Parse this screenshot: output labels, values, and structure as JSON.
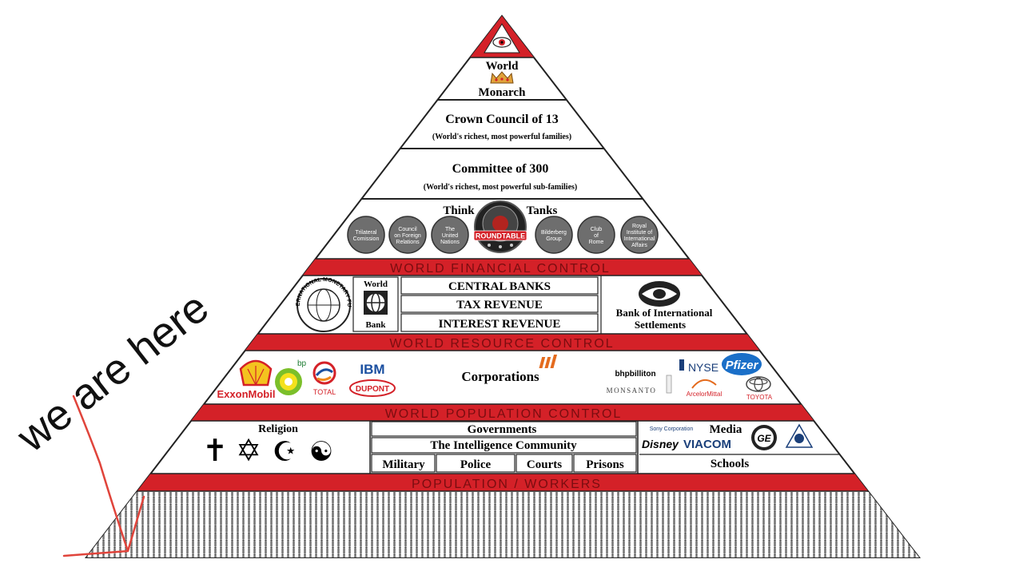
{
  "apex": {
    "line1": "World",
    "line2": "Monarch"
  },
  "crown": {
    "title": "Crown Council of 13",
    "subtitle": "(World's richest, most powerful families)"
  },
  "committee": {
    "title": "Committee of 300",
    "subtitle": "(World's richest, most powerful sub-families)"
  },
  "think_tanks": {
    "label_left": "Think",
    "label_right": "Tanks",
    "circles": [
      [
        "Trilateral",
        "Comission"
      ],
      [
        "Council",
        "on Foreign",
        "Relations"
      ],
      [
        "The",
        "United",
        "Nations"
      ],
      [
        "Bilderberg",
        "Group"
      ],
      [
        "Club",
        "of",
        "Rome"
      ],
      [
        "Royal",
        "Institute of",
        "International",
        "Affairs"
      ]
    ],
    "roundtable": "ROUNDTABLE"
  },
  "bands": {
    "financial": "WORLD FINANCIAL CONTROL",
    "resource": "WORLD RESOURCE CONTROL",
    "population": "WORLD POPULATION CONTROL",
    "workers": "POPULATION / WORKERS"
  },
  "financial": {
    "imf": "INTERNATIONAL MONETARY FUND",
    "world_bank_top": "World",
    "world_bank_bottom": "Bank",
    "rows": [
      "CENTRAL BANKS",
      "TAX REVENUE",
      "INTEREST REVENUE"
    ],
    "bis_line1": "Bank of International",
    "bis_line2": "Settlements"
  },
  "resource": {
    "title": "Corporations",
    "logos_left": {
      "exxon": "ExxonMobil",
      "bp": "bp",
      "total": "TOTAL",
      "ibm": "IBM",
      "dupont": "DUPONT"
    },
    "logos_right": {
      "bhp": "bhpbilliton",
      "nyse": "NYSE",
      "pfizer": "Pfizer",
      "monsanto": "MONSANTO",
      "arcelor": "ArcelorMittal",
      "toyota": "TOYOTA"
    }
  },
  "population": {
    "religion": "Religion",
    "religion_symbols": [
      "✝",
      "✡",
      "☪",
      "☯"
    ],
    "governments": "Governments",
    "intelligence": "The Intelligence Community",
    "bottom_row": [
      "Military",
      "Police",
      "Courts",
      "Prisons"
    ],
    "media": "Media",
    "sony": "Sony Corporation",
    "disney": "Disney",
    "viacom": "VIACOM",
    "ge": "GE",
    "schools": "Schools"
  },
  "annotation": "we are here",
  "colors": {
    "red": "#d42128",
    "band_text": "#7a0d10",
    "gray": "#6e6e6e",
    "annotation_red": "#e0443b"
  }
}
